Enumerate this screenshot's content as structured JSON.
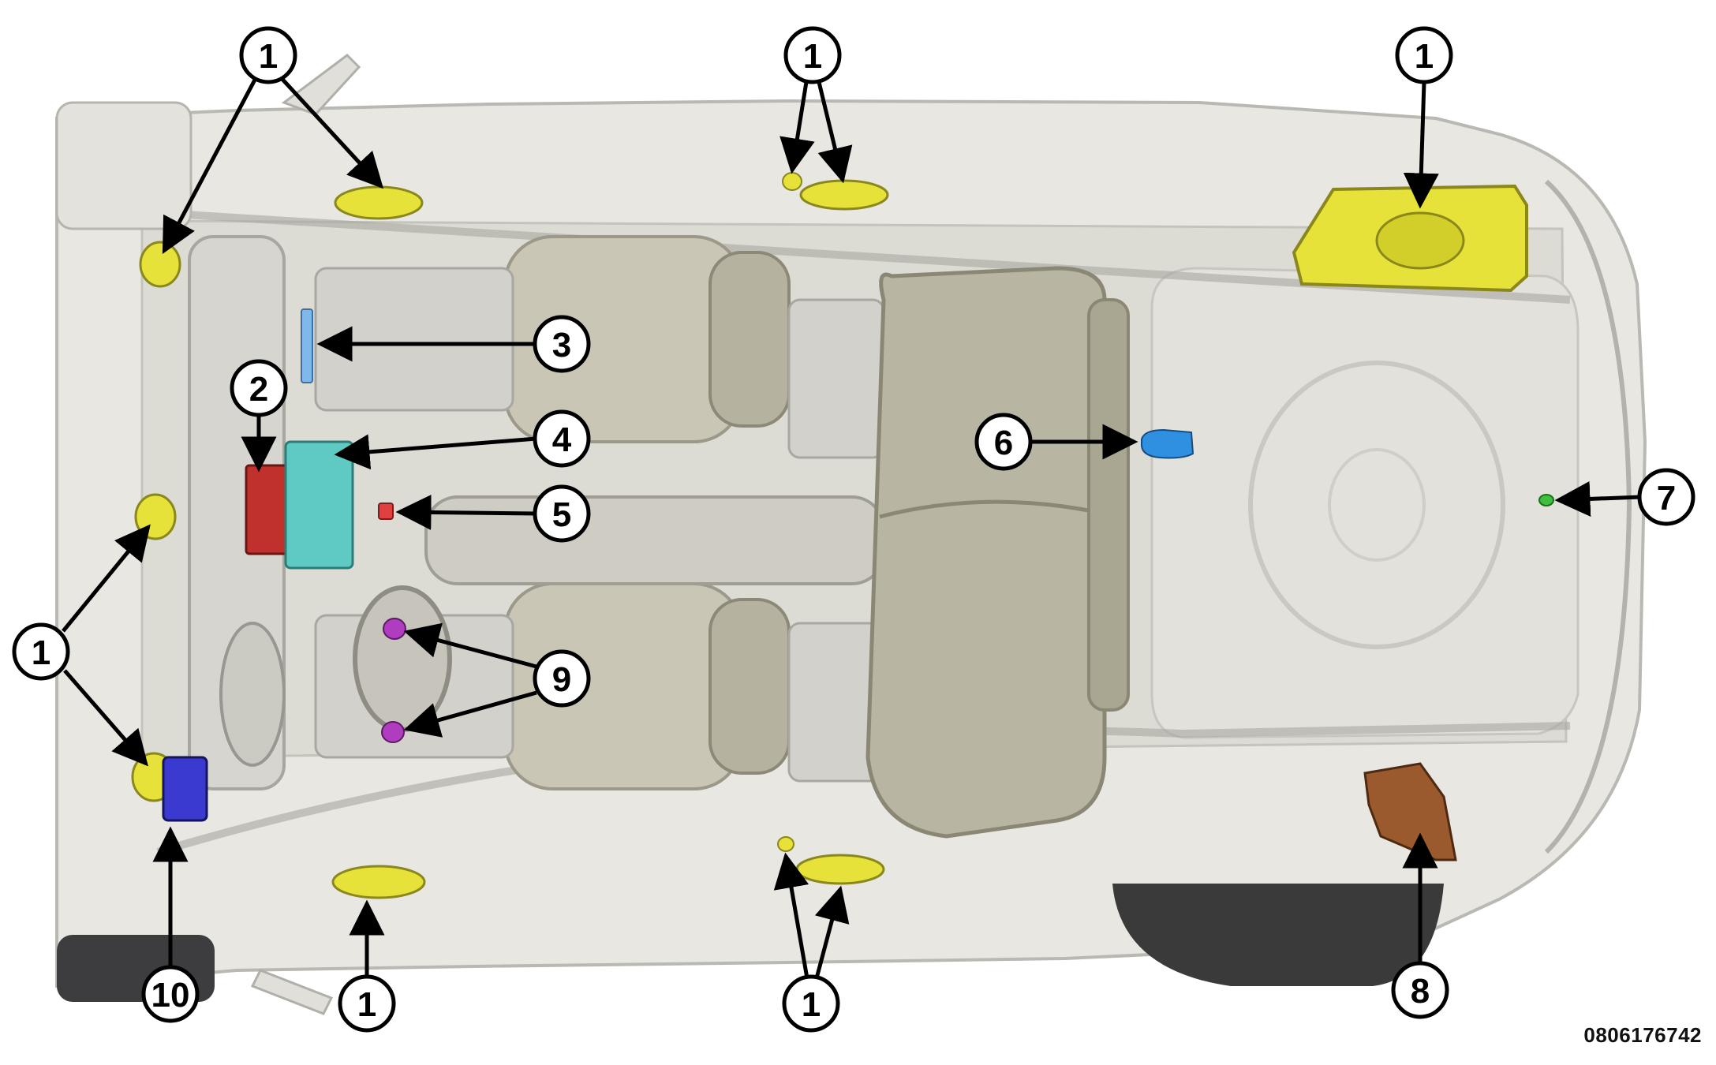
{
  "figure_id": "0806176742",
  "colors": {
    "speaker": "#e6e23a",
    "amplifier_module": "#e6e23a",
    "part_2": "#c0302c",
    "part_3": "#7fb8ea",
    "part_4": "#5fcac4",
    "part_5": "#e04040",
    "part_6": "#2f8fe0",
    "part_7": "#3ec03e",
    "part_8": "#9a5a2e",
    "part_9": "#b03cc0",
    "part_10": "#3a3ad0",
    "body_shell": "#d6d4cc",
    "seats": "#a9a591",
    "tire": "#3a3a3a"
  },
  "callouts": [
    {
      "id": "c1-front-top",
      "label": "1"
    },
    {
      "id": "c1-center-top",
      "label": "1"
    },
    {
      "id": "c1-rear-top",
      "label": "1"
    },
    {
      "id": "c1-left",
      "label": "1"
    },
    {
      "id": "c2",
      "label": "2"
    },
    {
      "id": "c3",
      "label": "3"
    },
    {
      "id": "c4",
      "label": "4"
    },
    {
      "id": "c5",
      "label": "5"
    },
    {
      "id": "c6",
      "label": "6"
    },
    {
      "id": "c7",
      "label": "7"
    },
    {
      "id": "c8",
      "label": "8"
    },
    {
      "id": "c9",
      "label": "9"
    },
    {
      "id": "c10",
      "label": "10"
    },
    {
      "id": "c1-front-bottom",
      "label": "1"
    },
    {
      "id": "c1-center-bottom",
      "label": "1"
    }
  ]
}
